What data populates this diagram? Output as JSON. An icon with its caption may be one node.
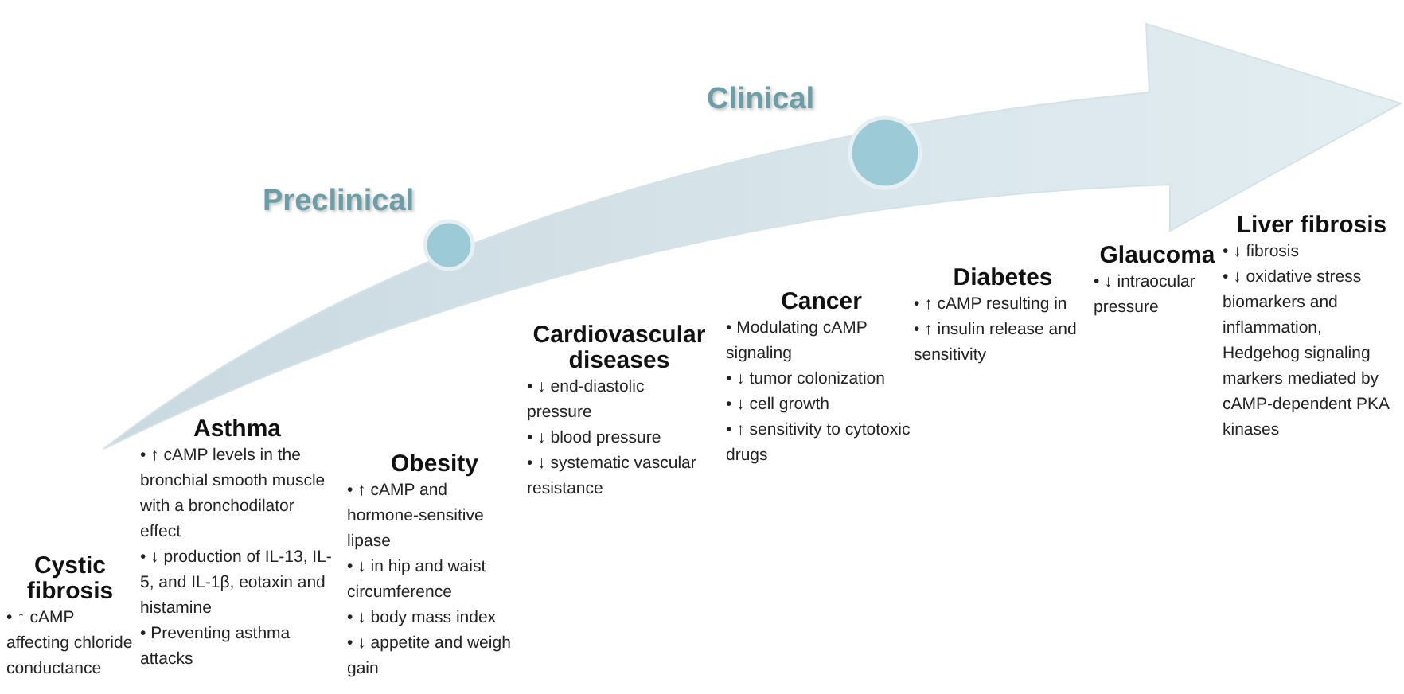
{
  "diagram": {
    "nodes": [
      {
        "text": [],
        "shape": "circle",
        "beside": [
          "Preclinical"
        ]
      },
      {
        "text": [],
        "shape": "circle",
        "beside": [
          "Clinical"
        ]
      }
    ],
    "edges": [],
    "labels": [
      "Cystic fibrosis",
      "• ↑ cAMP affecting chloride conductance",
      "Asthma",
      "• ↑ cAMP levels in the bronchial smooth muscle with a bronchodilator effect",
      "• ↓ production of IL-13, IL-5, and IL-1β, eotaxin and histamine",
      "• Preventing asthma attacks",
      "Obesity",
      "• ↑ cAMP and hormone-sensitive lipase",
      "• ↓ in hip and waist circumference",
      "• ↓ body mass index",
      "• ↓ appetite and weigh gain",
      "Cardiovascular diseases",
      "• ↓ end-diastolic pressure",
      "• ↓ blood pressure",
      "• ↓ systematic vascular resistance",
      "Cancer",
      "• Modulating cAMP signaling",
      "• ↓ tumor colonization",
      "• ↓ cell growth",
      "• ↑ sensitivity to cytotoxic drugs",
      "Diabetes",
      "• ↑ cAMP resulting in",
      "• ↑ insulin release and sensitivity",
      "Glaucoma",
      "• ↓ intraocular pressure",
      "Liver fibrosis",
      "• ↓ fibrosis",
      "• ↓ oxidative stress biomarkers and inflammation, Hedgehog signaling markers mediated by cAMP-dependent PKA kinases"
    ]
  }
}
